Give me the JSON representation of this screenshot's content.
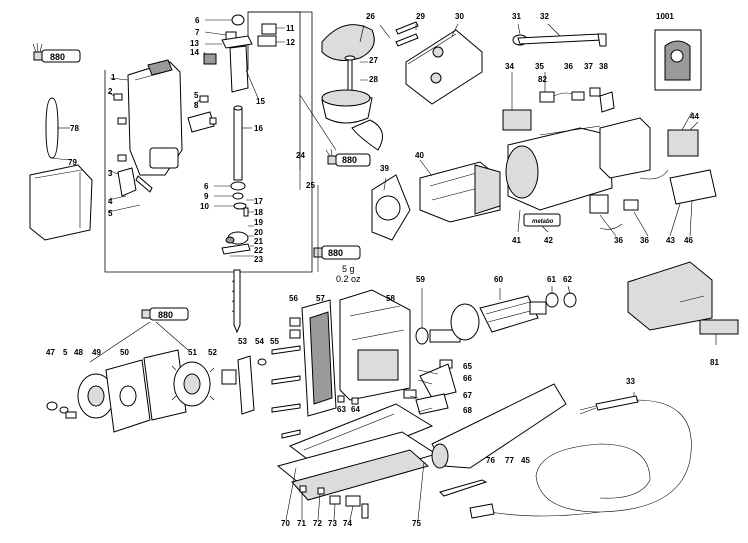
{
  "labels": {
    "p1": "1",
    "p2": "2",
    "p3": "3",
    "p4": "4",
    "p5a": "5",
    "p5b": "5",
    "p5c": "5",
    "p6a": "6",
    "p6b": "6",
    "p7": "7",
    "p8": "8",
    "p9": "9",
    "p10": "10",
    "p11": "11",
    "p12": "12",
    "p13": "13",
    "p14": "14",
    "p15": "15",
    "p16": "16",
    "p17": "17",
    "p18": "18",
    "p19": "19",
    "p20": "20",
    "p21": "21",
    "p22": "22",
    "p23": "23",
    "p24": "24",
    "p25": "25",
    "p26": "26",
    "p27": "27",
    "p28": "28",
    "p29": "29",
    "p30": "30",
    "p31": "31",
    "p32": "32",
    "p33": "33",
    "p34": "34",
    "p35": "35",
    "p36a": "36",
    "p36b": "36",
    "p36c": "36",
    "p37": "37",
    "p38": "38",
    "p39": "39",
    "p40": "40",
    "p41": "41",
    "p42": "42",
    "p43": "43",
    "p44": "44",
    "p45": "45",
    "p46": "46",
    "p47": "47",
    "p48": "48",
    "p49": "49",
    "p50": "50",
    "p51": "51",
    "p52": "52",
    "p53": "53",
    "p54": "54",
    "p55": "55",
    "p56": "56",
    "p57": "57",
    "p58": "58",
    "p59": "59",
    "p60": "60",
    "p61": "61",
    "p62": "62",
    "p63": "63",
    "p64": "64",
    "p65": "65",
    "p66": "66",
    "p67": "67",
    "p68": "68",
    "p70": "70",
    "p71": "71",
    "p72": "72",
    "p73": "73",
    "p74": "74",
    "p75": "75",
    "p76": "76",
    "p77": "77",
    "p78": "78",
    "p79": "79",
    "p81": "81",
    "p82": "82",
    "p1001": "1001"
  },
  "grease_tubes": {
    "tube1": "880",
    "tube2": "880",
    "tube3": "880",
    "tube4": "880"
  },
  "grease_note": {
    "amount_g": "5 g",
    "amount_oz": "0.2 oz"
  },
  "brand_plate": "metabo",
  "colors": {
    "line": "#000000",
    "fill_gray": "#dcdcdc",
    "fill_dark": "#9a9a9a"
  }
}
